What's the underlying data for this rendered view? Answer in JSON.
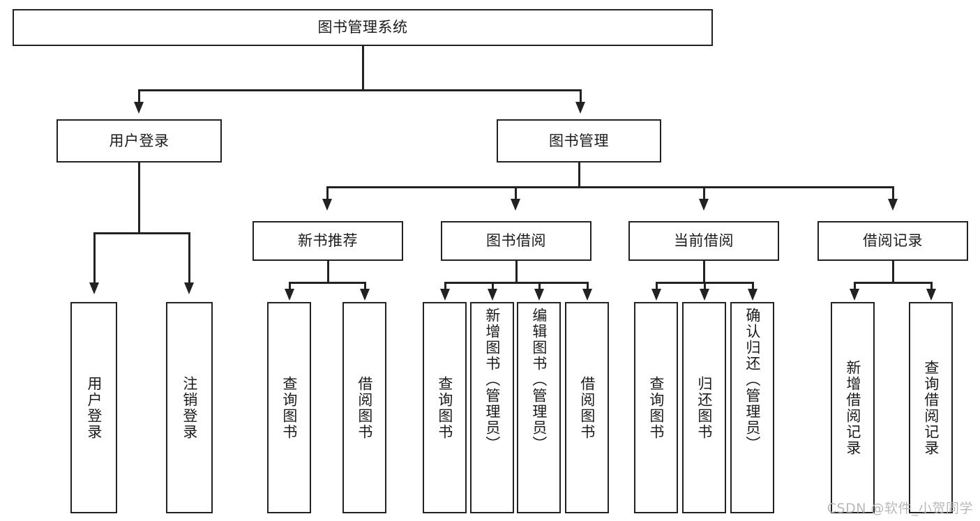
{
  "diagram": {
    "type": "hierarchy-tree",
    "title": "图书管理系统",
    "root": {
      "label": "图书管理系统"
    },
    "level2": [
      {
        "id": "user-login",
        "label": "用户登录"
      },
      {
        "id": "book-manage",
        "label": "图书管理"
      }
    ],
    "level3": [
      {
        "id": "new-book-recommend",
        "label": "新书推荐"
      },
      {
        "id": "book-borrow",
        "label": "图书借阅"
      },
      {
        "id": "current-borrow",
        "label": "当前借阅"
      },
      {
        "id": "borrow-record",
        "label": "借阅记录"
      }
    ],
    "leaves": [
      {
        "id": "leaf-user-login",
        "label": "用户登录"
      },
      {
        "id": "leaf-logout-login",
        "label": "注销登录"
      },
      {
        "id": "leaf-query-book-1",
        "label": "查询图书"
      },
      {
        "id": "leaf-borrow-book-1",
        "label": "借阅图书"
      },
      {
        "id": "leaf-query-book-2",
        "label": "查询图书"
      },
      {
        "id": "leaf-add-book",
        "label": "新增图书（管理员）"
      },
      {
        "id": "leaf-edit-book",
        "label": "编辑图书（管理员）"
      },
      {
        "id": "leaf-borrow-book-2",
        "label": "借阅图书"
      },
      {
        "id": "leaf-query-book-3",
        "label": "查询图书"
      },
      {
        "id": "leaf-return-book",
        "label": "归还图书"
      },
      {
        "id": "leaf-confirm-return",
        "label": "确认归还（管理员）"
      },
      {
        "id": "leaf-add-record",
        "label": "新增借阅记录"
      },
      {
        "id": "leaf-query-record",
        "label": "查询借阅记录"
      }
    ],
    "colors": {
      "stroke": "#222222",
      "fill": "#ffffff",
      "text": "#1b1b1b",
      "watermark": "#b9b9b9"
    }
  },
  "watermark": {
    "text": "CSDN @软件_小贺同学"
  }
}
